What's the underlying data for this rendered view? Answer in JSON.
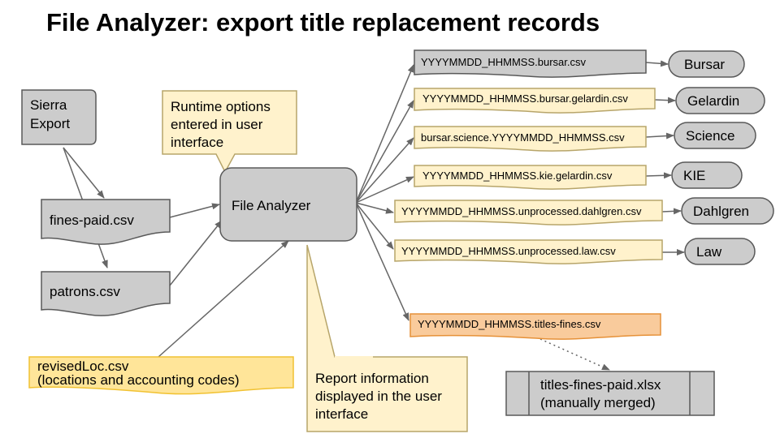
{
  "title": "File Analyzer: export title replacement records",
  "colors": {
    "gray_box": "#cccccc",
    "gray_stroke": "#595959",
    "note_yellow": "#fff2cc",
    "file_cream": "#fff2cc",
    "file_yellow": "#ffe599",
    "file_orange": "#f9cb9c",
    "arrow": "#666666"
  },
  "nodes": {
    "sierra_export": [
      "Sierra",
      "Export"
    ],
    "fines_paid": "fines-paid.csv",
    "patrons": "patrons.csv",
    "revised_loc": [
      "revisedLoc.csv",
      "(locations and accounting codes)"
    ],
    "file_analyzer": "File Analyzer",
    "runtime_note": [
      "Runtime options",
      "entered in user",
      "interface"
    ],
    "report_note": [
      "Report information",
      "displayed in the user",
      "interface"
    ],
    "titles_fines_paid": [
      "titles-fines-paid.xlsx",
      "(manually merged)"
    ]
  },
  "outputs": [
    {
      "file": "YYYYMMDD_HHMMSS.bursar.csv",
      "target": "Bursar"
    },
    {
      "file": "YYYYMMDD_HHMMSS.bursar.gelardin.csv",
      "target": "Gelardin"
    },
    {
      "file": "bursar.science.YYYYMMDD_HHMMSS.csv",
      "target": "Science"
    },
    {
      "file": "YYYYMMDD_HHMMSS.kie.gelardin.csv",
      "target": "KIE"
    },
    {
      "file": "YYYYMMDD_HHMMSS.unprocessed.dahlgren.csv",
      "target": "Dahlgren"
    },
    {
      "file": "YYYYMMDD_HHMMSS.unprocessed.law.csv",
      "target": "Law"
    },
    {
      "file": "YYYYMMDD_HHMMSS.titles-fines.csv",
      "target": ""
    }
  ]
}
